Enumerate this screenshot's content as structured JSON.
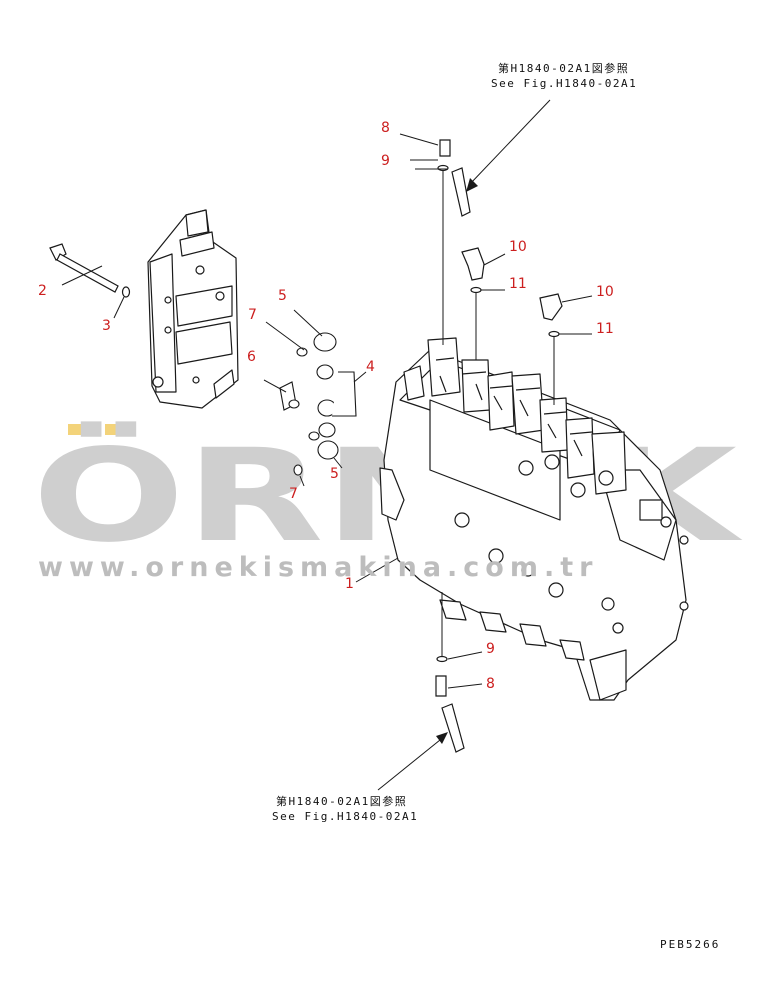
{
  "watermark": {
    "brand": "ÖRNEK",
    "url": "www.ornekismakina.com.tr",
    "brand_color": "#c9c9c9",
    "accent_color": "#f3d37a"
  },
  "references": {
    "top": {
      "jp": "第H1840-02A1図参照",
      "en": "See Fig.H1840-02A1"
    },
    "bottom": {
      "jp": "第H1840-02A1図参照",
      "en": "See Fig.H1840-02A1"
    }
  },
  "callouts": [
    "1",
    "2",
    "3",
    "4",
    "5",
    "5",
    "6",
    "7",
    "7",
    "8",
    "8",
    "9",
    "9",
    "10",
    "10",
    "11",
    "11"
  ],
  "drawing_code": "PEB5266",
  "colors": {
    "line": "#1a1a1a",
    "callout": "#cc1f1f"
  }
}
